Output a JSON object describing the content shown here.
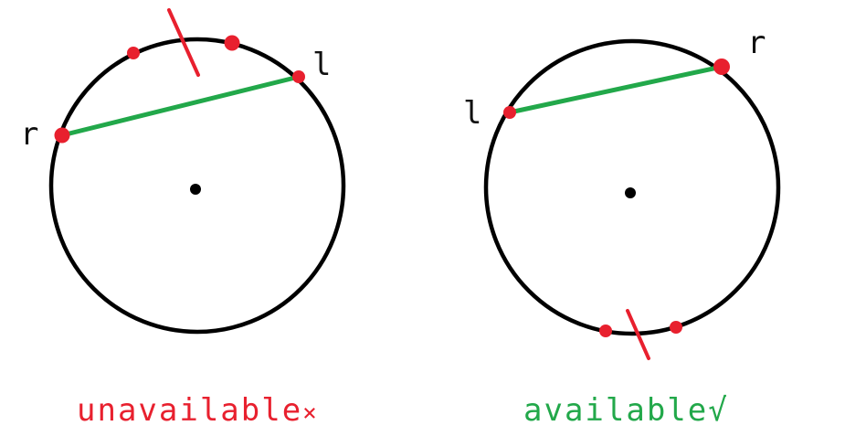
{
  "colors": {
    "circle": "#000000",
    "chord": "#22a84a",
    "point": "#e8202e",
    "cut": "#e8202e",
    "unavailable": "#e8202e",
    "available": "#22a84a"
  },
  "left_panel": {
    "r_label": "r",
    "l_label": "l",
    "caption_text": "unavailable",
    "caption_mark": "×"
  },
  "right_panel": {
    "r_label": "r",
    "l_label": "l",
    "caption_text": "available",
    "caption_mark": "√"
  }
}
